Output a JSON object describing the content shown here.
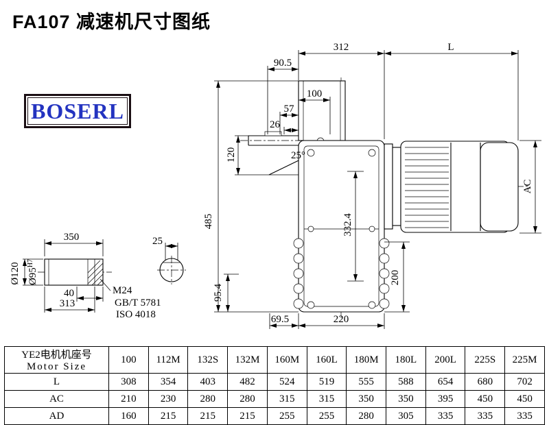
{
  "title": "FA107 减速机尺寸图纸",
  "logo": {
    "text": "BOSERL"
  },
  "colors": {
    "logo_text": "#2333c0",
    "logo_border": "#1b0f14",
    "line": "#000000"
  },
  "drawing": {
    "d312": "312",
    "dL": "L",
    "d90_5": "90.5",
    "d100": "100",
    "d57": "57",
    "d26": "26",
    "d120": "120",
    "d25deg": "25°",
    "d485": "485",
    "d332_4": "332.4",
    "dAC": "AC",
    "d200": "200",
    "d69_5": "69.5",
    "d220": "220",
    "d95_4": "95.4",
    "d350": "350",
    "d25": "25",
    "d40": "40",
    "d313": "313",
    "dia120": "Ø120",
    "dia95": "Ø95",
    "dia95_tol": "H7",
    "m24": "M24",
    "gbt": "GB/T 5781",
    "iso": "ISO 4018"
  },
  "table": {
    "header_cn": "YE2电机机座号",
    "header_en": "Motor Size",
    "sizes": [
      "100",
      "112M",
      "132S",
      "132M",
      "160M",
      "160L",
      "180M",
      "180L",
      "200L",
      "225S",
      "225M"
    ],
    "rows": [
      {
        "label": "L",
        "values": [
          "308",
          "354",
          "403",
          "482",
          "524",
          "519",
          "555",
          "588",
          "654",
          "680",
          "702"
        ]
      },
      {
        "label": "AC",
        "values": [
          "210",
          "230",
          "280",
          "280",
          "315",
          "315",
          "350",
          "350",
          "395",
          "450",
          "450"
        ]
      },
      {
        "label": "AD",
        "values": [
          "160",
          "215",
          "215",
          "215",
          "255",
          "255",
          "280",
          "305",
          "335",
          "335",
          "335"
        ]
      }
    ]
  }
}
